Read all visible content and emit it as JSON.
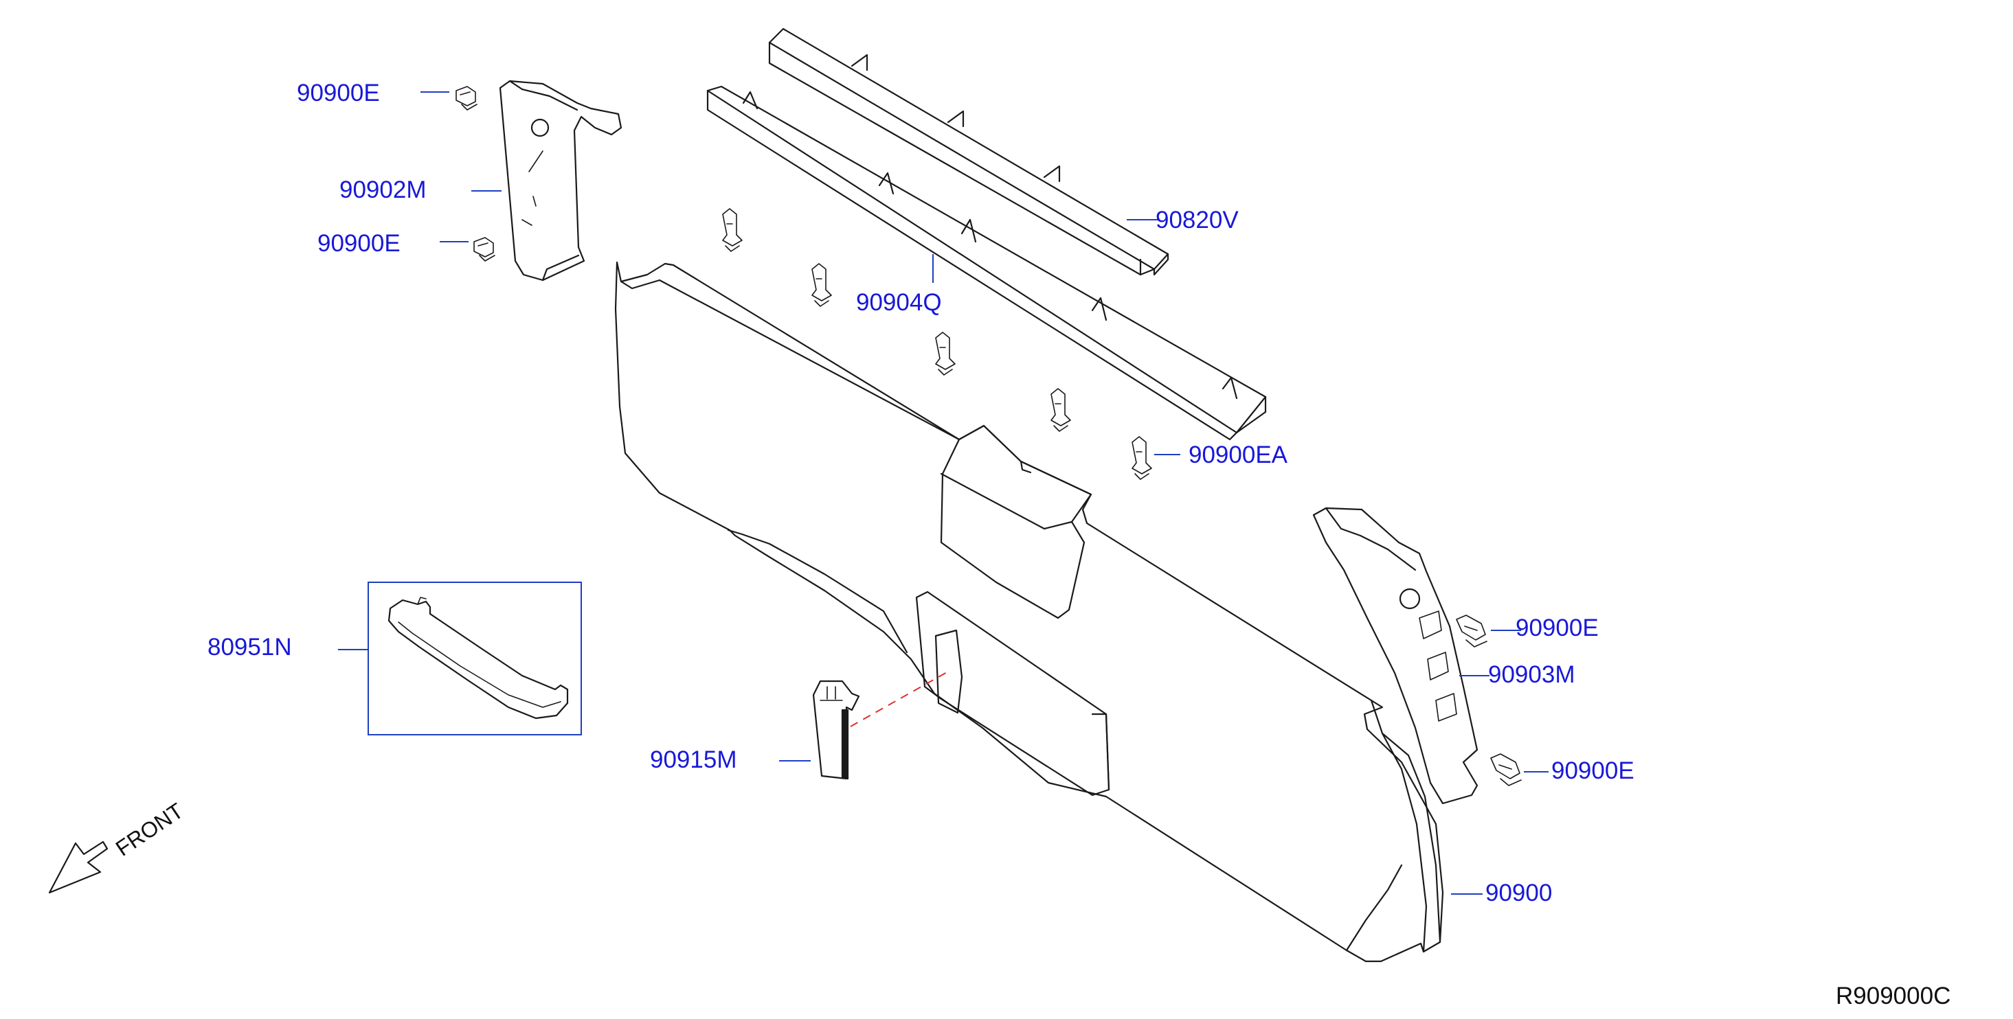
{
  "callouts": {
    "clip_upper_1": "90900E",
    "pillar_left": "90902M",
    "clip_upper_2": "90900E",
    "weatherstrip": "90820V",
    "finisher_strip": "90904Q",
    "clip_ea": "90900EA",
    "clip_right_1": "90900E",
    "pillar_right": "90903M",
    "clip_right_2": "90900E",
    "main_panel": "90900",
    "grip_handle": "80951N",
    "cover_lid": "90915M"
  },
  "direction_label": "FRONT",
  "diagram_ref": "R909000C",
  "colors": {
    "callout_text": "#1818d8",
    "leader_line": "#1f3fbf",
    "guide_dash": "#e03030",
    "line_art": "#1a1a1a"
  }
}
